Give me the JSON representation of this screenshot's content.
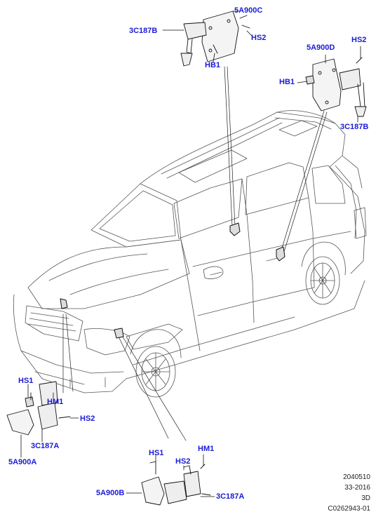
{
  "callouts": {
    "c5a900c": "5A900C",
    "c3c187b_top": "3C187B",
    "hs2_top": "HS2",
    "hb1_top": "HB1",
    "c5a900d": "5A900D",
    "hs2_right": "HS2",
    "hb1_right": "HB1",
    "c3c187b_right": "3C187B",
    "hs1_left": "HS1",
    "hm1_left": "HM1",
    "hs2_left": "HS2",
    "c3c187a_left": "3C187A",
    "c5a900a": "5A900A",
    "hs1_bottom": "HS1",
    "hm1_bottom": "HM1",
    "hs2_bottom": "HS2",
    "c5a900b": "5A900B",
    "c3c187a_bottom": "3C187A"
  },
  "footer": {
    "line1": "2040510",
    "line2": "33-2016",
    "line3": "3D",
    "line4": "C0262943-01"
  },
  "colors": {
    "callout": "#1a1ad6",
    "line": "#222222",
    "car_line": "#555555"
  }
}
